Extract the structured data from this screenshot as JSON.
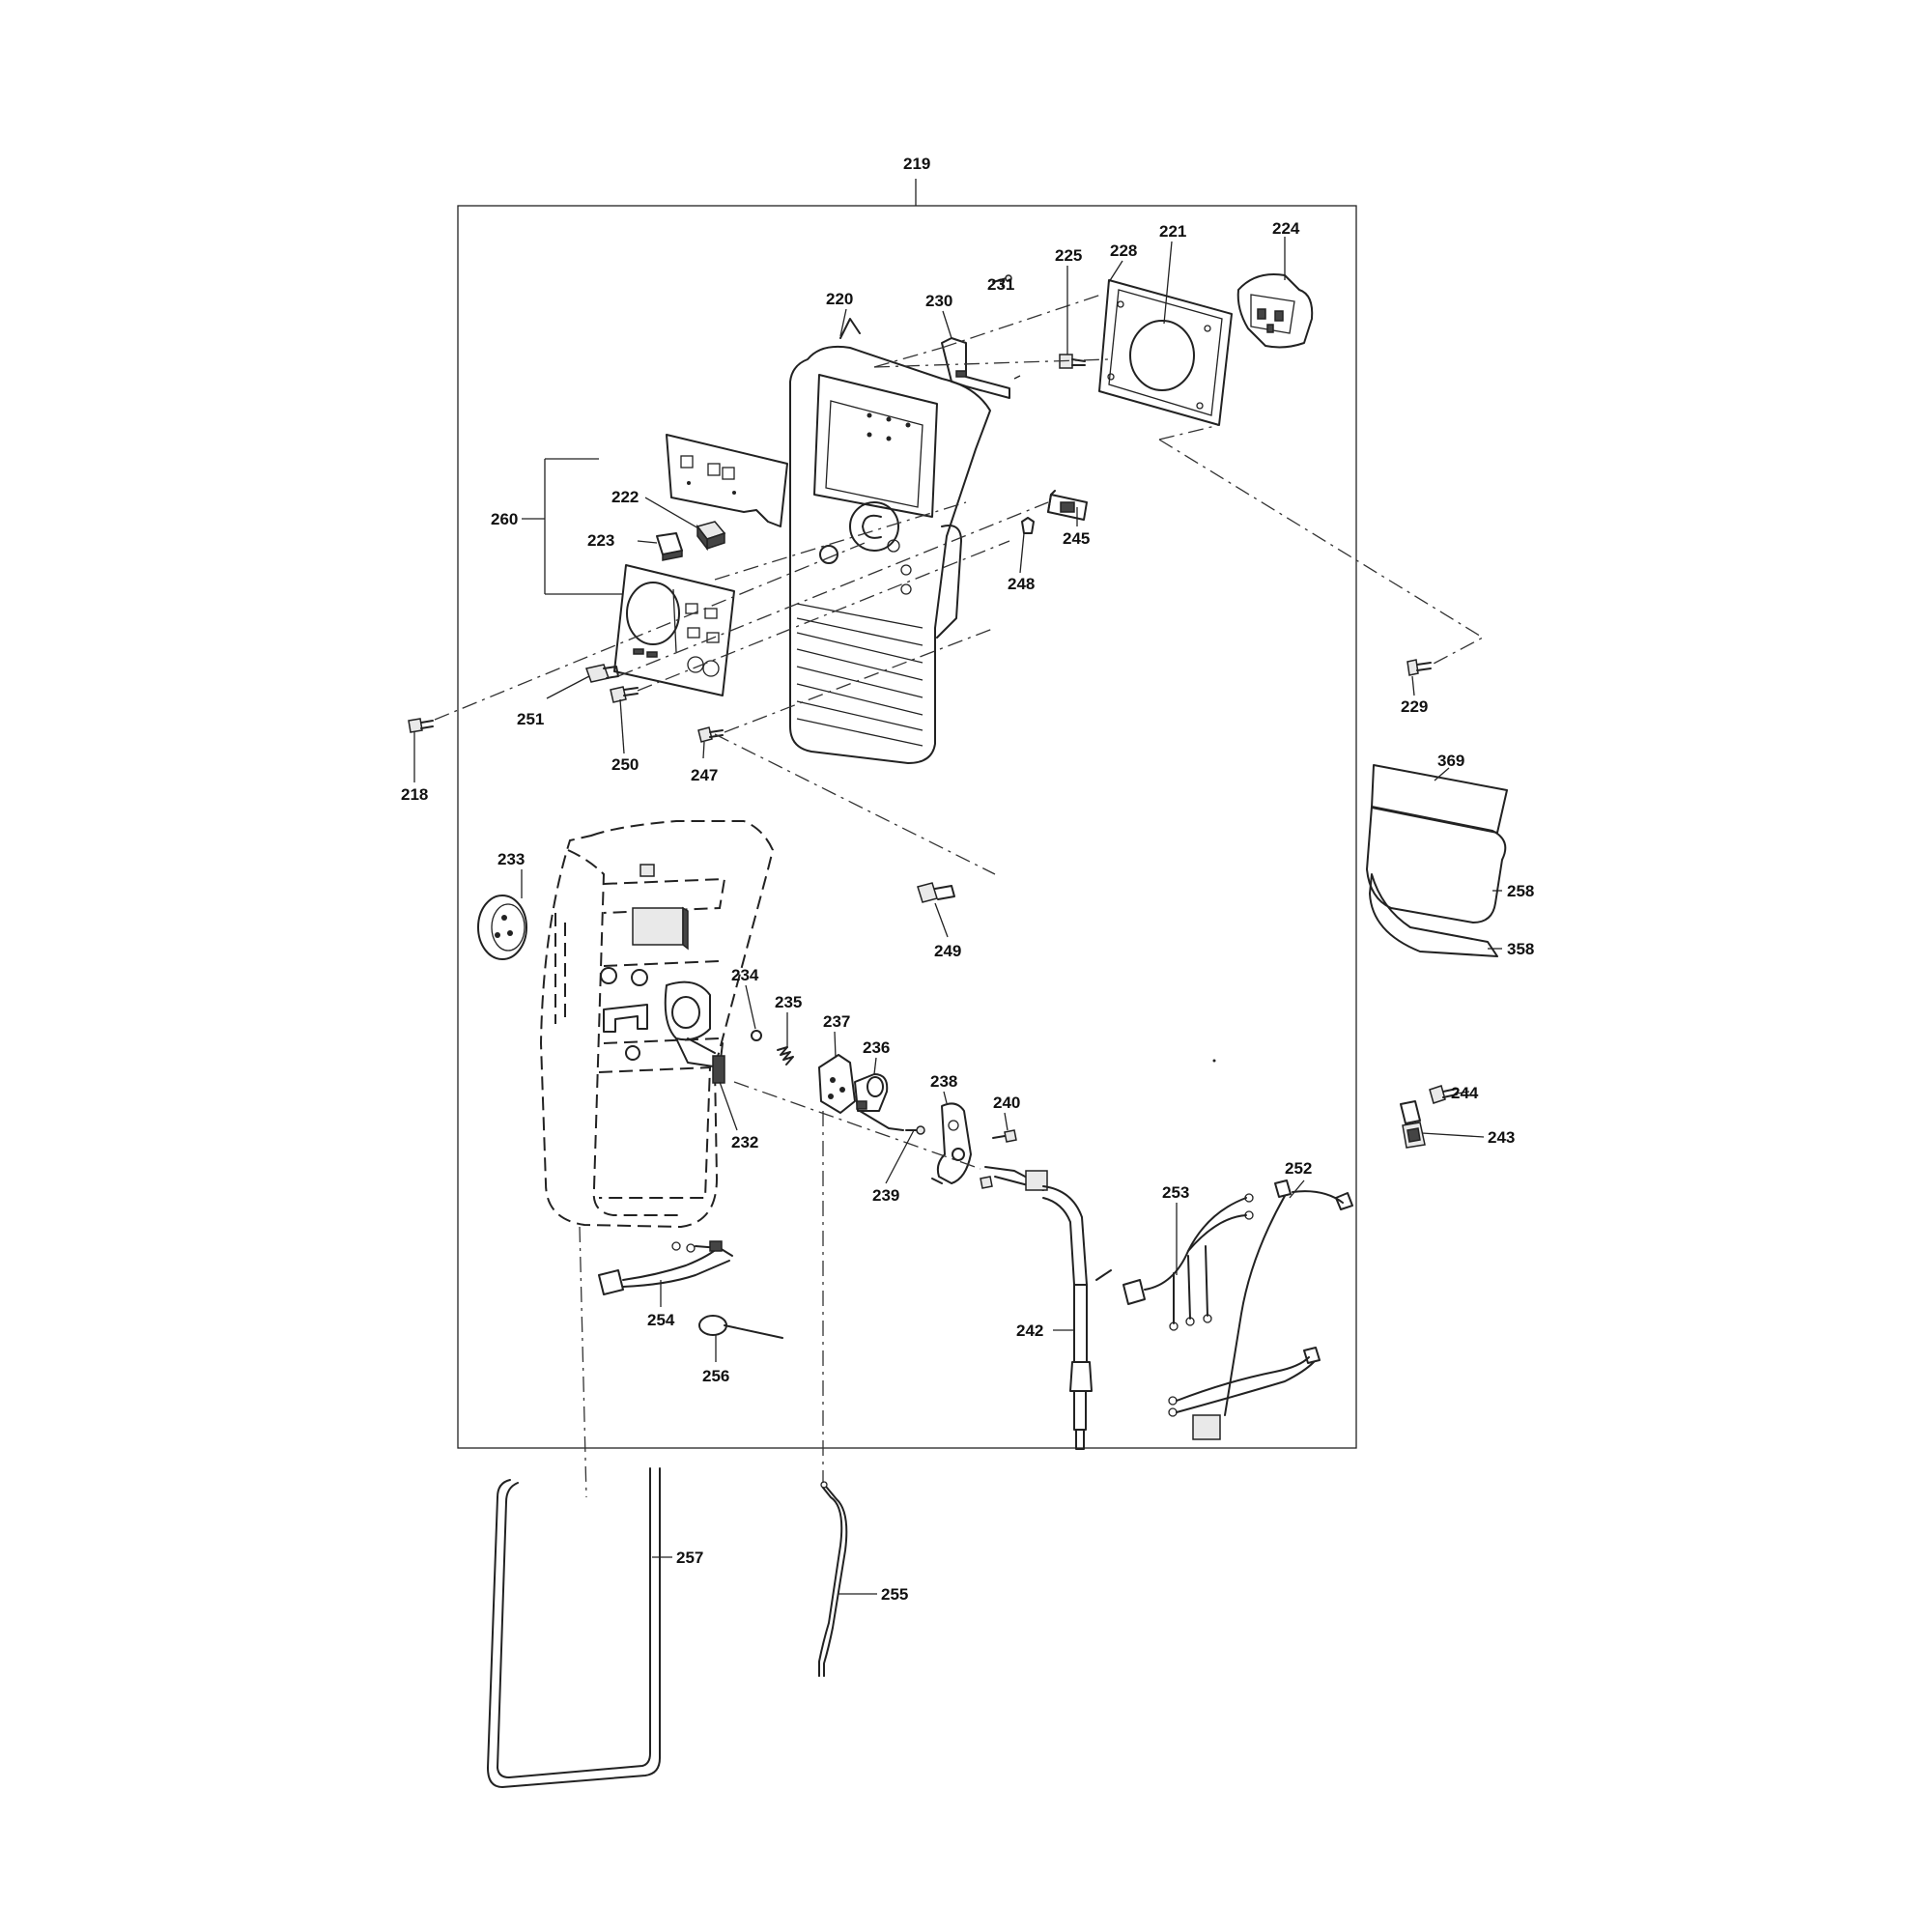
{
  "diagram": {
    "labels": {
      "p219": "219",
      "p220": "220",
      "p221": "221",
      "p222": "222",
      "p223": "223",
      "p224": "224",
      "p225": "225",
      "p228": "228",
      "p229": "229",
      "p230": "230",
      "p231": "231",
      "p232": "232",
      "p233": "233",
      "p234": "234",
      "p235": "235",
      "p236": "236",
      "p237": "237",
      "p238": "238",
      "p239": "239",
      "p240": "240",
      "p242": "242",
      "p243": "243",
      "p244": "244",
      "p245": "245",
      "p247": "247",
      "p248": "248",
      "p249": "249",
      "p250": "250",
      "p251": "251",
      "p252": "252",
      "p253": "253",
      "p254": "254",
      "p255": "255",
      "p256": "256",
      "p257": "257",
      "p258": "258",
      "p260": "260",
      "p358": "358",
      "p369": "369",
      "p218": "218"
    }
  }
}
